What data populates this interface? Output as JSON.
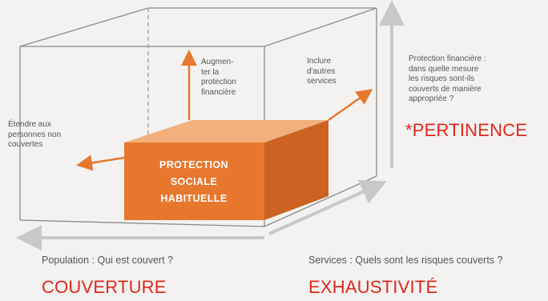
{
  "box_label": "PROTECTION\nSOCIALE\nHABITUELLE",
  "arrow_labels": {
    "up": "Augmen-\nter la\nprotection\nfinancière",
    "right": "Inclure\nd'autres\nservices",
    "left": "Étendre aux\npersonnes non\ncouvertes"
  },
  "vertical_axis": {
    "question": "Protection financière :\ndans quelle mesure\nles risques sont-ils\ncouverts de manière\nappropriée ?",
    "title": "*PERTINENCE"
  },
  "horizontal_axes": {
    "population_question": "Population : Qui est couvert ?",
    "population_title": "COUVERTURE",
    "services_question": "Services : Quels sont les risques couverts ?",
    "services_title": "EXHAUSTIVITÉ"
  },
  "colors": {
    "accent_orange": "#e8772e",
    "title_red": "#e0271a",
    "outline_gray": "#8a8a8a"
  }
}
